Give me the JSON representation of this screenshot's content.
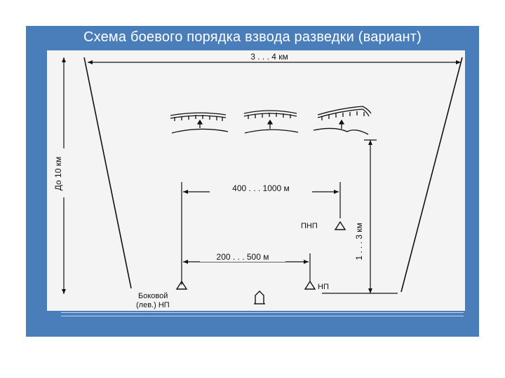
{
  "slide": {
    "title": "Схема боевого порядка взвода разведки (вариант)",
    "background_color": "#4a7ebb"
  },
  "diagram": {
    "width_label": "3 . . . 4 км",
    "depth_label": "До 10 км",
    "spacing_far_label": "400 . . . 1000 м",
    "spacing_near_label": "200 . . . 500 м",
    "pnp_depth_label": "1 . . . 3 км",
    "pnp_label": "ПНП",
    "np_label": "НП",
    "side_np_label_line1": "Боковой",
    "side_np_label_line2": "(лев.) НП"
  }
}
